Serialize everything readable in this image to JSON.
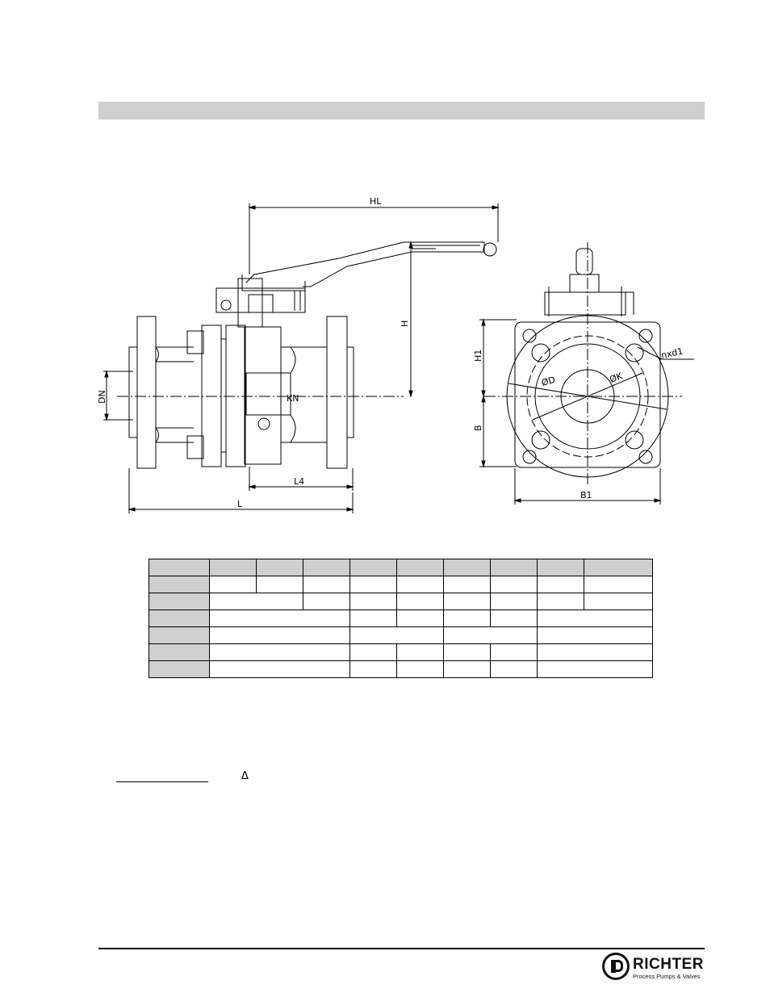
{
  "drawing": {
    "labels": {
      "hl": "HL",
      "h": "H",
      "dn": "DN",
      "kn": "KN",
      "l4": "L4",
      "l": "L",
      "h1": "H1",
      "b": "B",
      "b1": "B1",
      "nxd1": "nxd1",
      "phi_d": "ØD",
      "phi_k": "ØK"
    }
  },
  "footnote": {
    "symbol": "Δ"
  },
  "logo": {
    "name": "RICHTER",
    "tagline": "Process Pumps & Valves"
  }
}
